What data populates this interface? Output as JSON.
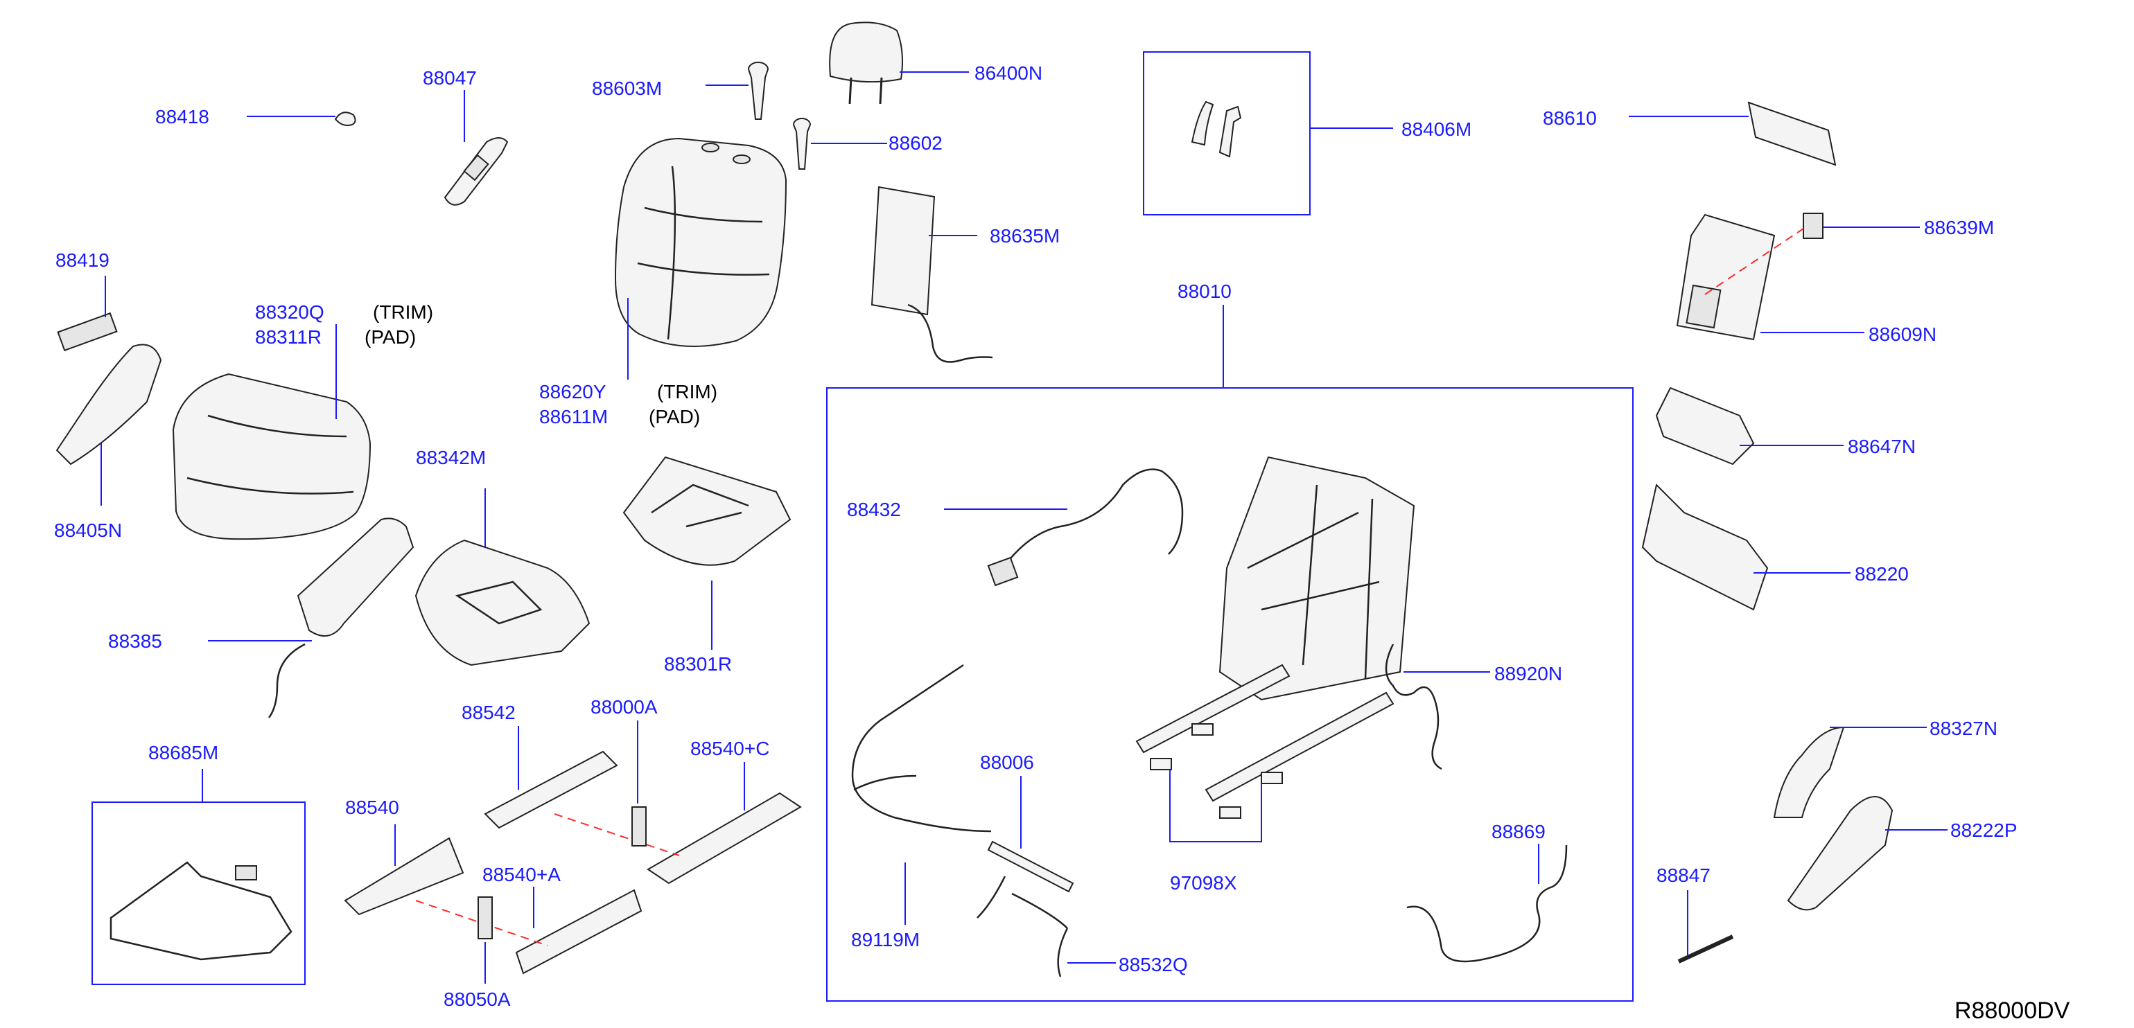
{
  "diagram_code": "R88000DV",
  "colors": {
    "label": "#1a1aff",
    "leader": "#1a1aff",
    "dashed_connector": "#ff2a2a",
    "part_outline": "#222222"
  },
  "labels": {
    "p88418": "88418",
    "p88047": "88047",
    "p88603M": "88603M",
    "p86400N": "86400N",
    "p88602": "88602",
    "p88406M": "88406M",
    "p88610": "88610",
    "p88639M": "88639M",
    "p88419": "88419",
    "p88320Q": "88320Q",
    "p88320Q_note": "(TRIM)",
    "p88311R": "88311R",
    "p88311R_note": "(PAD)",
    "p88635M": "88635M",
    "p88010": "88010",
    "p88609N": "88609N",
    "p88620Y": "88620Y",
    "p88620Y_note": "(TRIM)",
    "p88611M": "88611M",
    "p88611M_note": "(PAD)",
    "p88405N": "88405N",
    "p88342M": "88342M",
    "p88647N": "88647N",
    "p88432": "88432",
    "p88220": "88220",
    "p88385": "88385",
    "p88301R": "88301R",
    "p88920N": "88920N",
    "p88542": "88542",
    "p88000A": "88000A",
    "p88540C": "88540+C",
    "p88685M": "88685M",
    "p88006": "88006",
    "p88327N": "88327N",
    "p88540": "88540",
    "p88869": "88869",
    "p88222P": "88222P",
    "p88540A": "88540+A",
    "p97098X": "97098X",
    "p88847": "88847",
    "p89119M": "89119M",
    "p88532Q": "88532Q",
    "p88050A": "88050A"
  }
}
